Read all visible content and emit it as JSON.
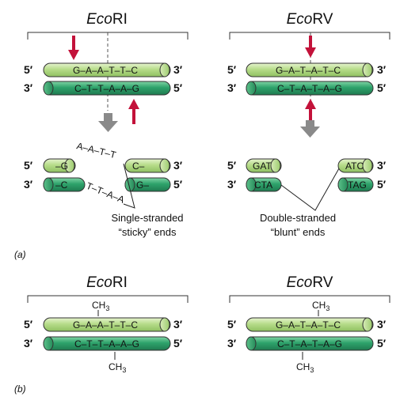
{
  "colors": {
    "strand_light": "#b7dc8a",
    "strand_dark": "#2ea36b",
    "red_arrow": "#c3123a",
    "gray_arrow": "#8a8a8a"
  },
  "panel_a": {
    "label": "(a)",
    "ecori": {
      "title_italic": "Eco",
      "title_rest": "RI",
      "top": {
        "left_end": "5′",
        "seq": "G–A–A–T–T–C",
        "right_end": "3′"
      },
      "bottom": {
        "left_end": "3′",
        "seq": "C–T–T–A–A–G",
        "right_end": "5′"
      },
      "frag_left_top": {
        "left_end": "5′",
        "seq": "–G"
      },
      "frag_left_bottom": {
        "left_end": "3′",
        "seq": "–C"
      },
      "frag_right_top": {
        "seq": "C–",
        "right_end": "3′"
      },
      "frag_right_bottom": {
        "seq": "G–",
        "right_end": "5′"
      },
      "overhang_top": "A–A–T–T",
      "overhang_bottom": "T–T–A–A",
      "caption_line1": "Single-stranded",
      "caption_line2": "“sticky” ends"
    },
    "ecorv": {
      "title_italic": "Eco",
      "title_rest": "RV",
      "top": {
        "left_end": "5′",
        "seq": "G–A–T–A–T–C",
        "right_end": "3′"
      },
      "bottom": {
        "left_end": "3′",
        "seq": "C–T–A–T–A–G",
        "right_end": "5′"
      },
      "frag_left_top": {
        "left_end": "5′",
        "seq": "GAT"
      },
      "frag_left_bottom": {
        "left_end": "3′",
        "seq": "CTA"
      },
      "frag_right_top": {
        "seq": "ATC",
        "right_end": "3′"
      },
      "frag_right_bottom": {
        "seq": "TAG",
        "right_end": "5′"
      },
      "caption_line1": "Double-stranded",
      "caption_line2": "“blunt” ends"
    }
  },
  "panel_b": {
    "label": "(b)",
    "ecori": {
      "title_italic": "Eco",
      "title_rest": "RI",
      "methyl_top": "CH",
      "methyl_top_sub": "3",
      "top": {
        "left_end": "5′",
        "seq": "G–A–A–T–T–C",
        "right_end": "3′"
      },
      "bottom": {
        "left_end": "3′",
        "seq": "C–T–T–A–A–G",
        "right_end": "5′"
      },
      "methyl_bottom": "CH",
      "methyl_bottom_sub": "3"
    },
    "ecorv": {
      "title_italic": "Eco",
      "title_rest": "RV",
      "methyl_top": "CH",
      "methyl_top_sub": "3",
      "top": {
        "left_end": "5′",
        "seq": "G–A–T–A–T–C",
        "right_end": "3′"
      },
      "bottom": {
        "left_end": "3′",
        "seq": "C–T–A–T–A–G",
        "right_end": "5′"
      },
      "methyl_bottom": "CH",
      "methyl_bottom_sub": "3"
    }
  }
}
